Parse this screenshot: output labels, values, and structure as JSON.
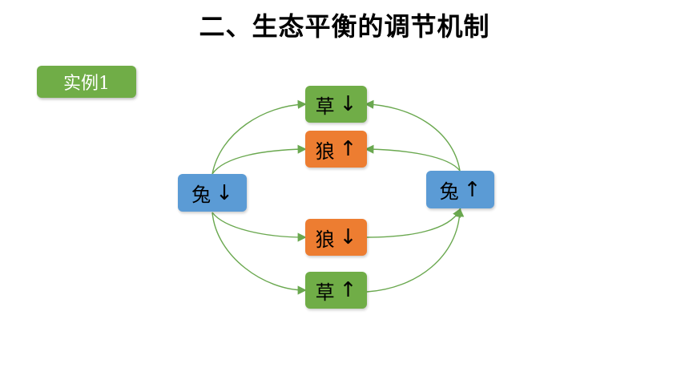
{
  "title": "二、生态平衡的调节机制",
  "badge": {
    "label": "实例1"
  },
  "colors": {
    "green": "#70ad47",
    "orange": "#ed7d31",
    "blue": "#5b9bd5",
    "connector": "#6aa84f"
  },
  "nodes": {
    "grass_down": {
      "label": "草",
      "arrow": "↓"
    },
    "wolf_up": {
      "label": "狼",
      "arrow": "↑"
    },
    "rabbit_down": {
      "label": "兔",
      "arrow": "↓"
    },
    "rabbit_up": {
      "label": "兔",
      "arrow": "↑"
    },
    "wolf_down": {
      "label": "狼",
      "arrow": "↓"
    },
    "grass_up": {
      "label": "草",
      "arrow": "↑"
    }
  }
}
